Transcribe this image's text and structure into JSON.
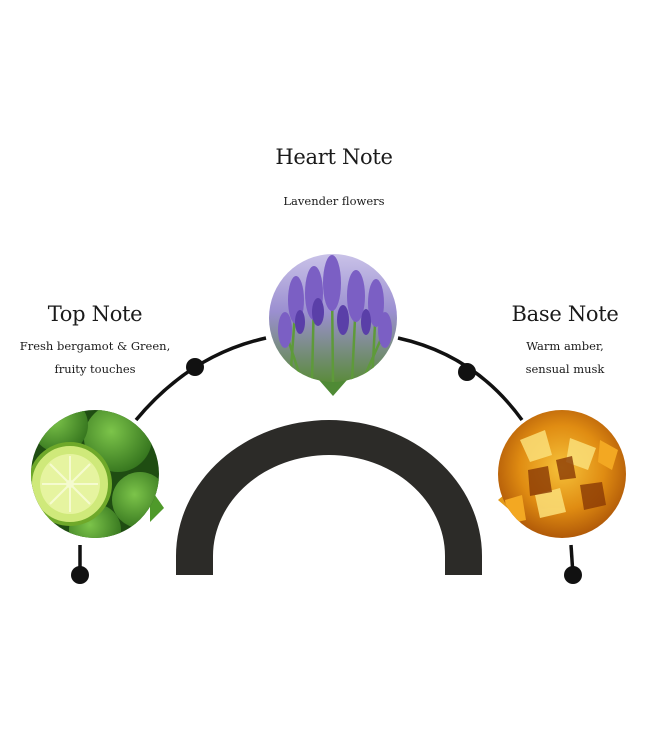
{
  "notes": {
    "heart": {
      "title": "Heart Note",
      "description": "Lavender flowers",
      "image": "lavender-flowers"
    },
    "top": {
      "title": "Top Note",
      "description_lines": [
        "Fresh bergamot & Green,",
        "fruity touches"
      ],
      "image": "bergamot-citrus"
    },
    "base": {
      "title": "Base Note",
      "description_lines": [
        "Warm amber,",
        "sensual musk"
      ],
      "image": "amber-resin"
    }
  },
  "colors": {
    "arch": "#2c2b28",
    "line": "#111111",
    "background": "#ffffff",
    "lavender": "#7b5fc4",
    "bergamot": "#4f9a2a",
    "amber": "#d98a10"
  }
}
